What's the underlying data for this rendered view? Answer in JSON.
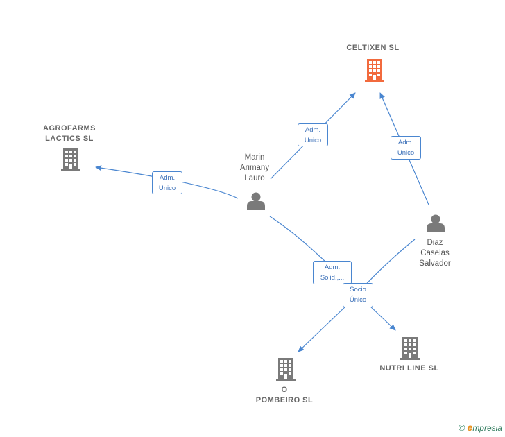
{
  "nodes": {
    "celtixen": {
      "name": "CELTIXEN  SL",
      "color": "#f26a3d"
    },
    "agrofarms": {
      "name_line1": "AGROFARMS",
      "name_line2": "LACTICS  SL"
    },
    "marin": {
      "line1": "Marin",
      "line2": "Arimany",
      "line3": "Lauro"
    },
    "diaz": {
      "line1": "Diaz",
      "line2": "Caselas",
      "line3": "Salvador"
    },
    "nutri": {
      "name": "NUTRI LINE SL"
    },
    "pombeiro": {
      "name_line1": "O",
      "name_line2": "POMBEIRO  SL"
    }
  },
  "edges": {
    "marin_celtixen": {
      "line1": "Adm.",
      "line2": "Unico"
    },
    "marin_agrofarms": {
      "line1": "Adm.",
      "line2": "Unico"
    },
    "diaz_celtixen": {
      "line1": "Adm.",
      "line2": "Unico"
    },
    "marin_pombeiro": {
      "line1": "Adm.",
      "line2": "Solid.,..."
    },
    "diaz_nutri": {
      "line1": "Socio",
      "line2": "Único"
    }
  },
  "colors": {
    "edge": "#4a86d0",
    "building": "#7a7a7a",
    "person": "#7a7a7a",
    "focus_building": "#f26a3d"
  },
  "brand": {
    "copyright": "©",
    "e": "e",
    "rest": "mpresia"
  }
}
